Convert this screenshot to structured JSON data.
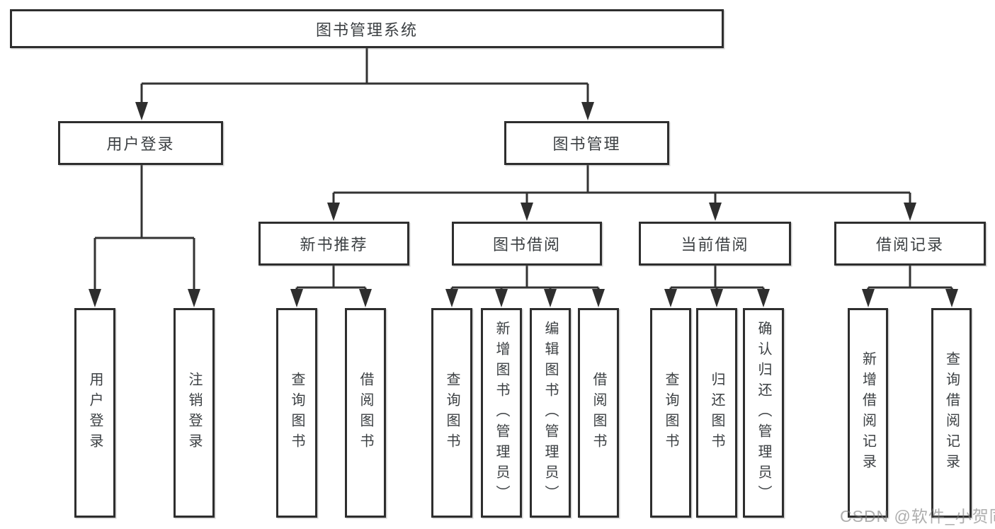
{
  "diagram_type": "tree",
  "colors": {
    "background": "#ffffff",
    "line": "#333333",
    "box_border": "#2e2e2e",
    "text": "#3c4043",
    "watermark": "#7d7d7d"
  },
  "watermark": "CSDN @软件_小贺同学",
  "tree": {
    "root": {
      "label": "图书管理系统"
    },
    "branches": [
      {
        "label": "用户登录",
        "children": [
          {
            "label": "用户登录"
          },
          {
            "label": "注销登录"
          }
        ]
      },
      {
        "label": "图书管理",
        "children": [
          {
            "label": "新书推荐",
            "children": [
              {
                "label": "查询图书"
              },
              {
                "label": "借阅图书"
              }
            ]
          },
          {
            "label": "图书借阅",
            "children": [
              {
                "label": "查询图书"
              },
              {
                "label": "新增图书（管理员）"
              },
              {
                "label": "编辑图书（管理员）"
              },
              {
                "label": "借阅图书"
              }
            ]
          },
          {
            "label": "当前借阅",
            "children": [
              {
                "label": "查询图书"
              },
              {
                "label": "归还图书"
              },
              {
                "label": "确认归还（管理员）"
              }
            ]
          },
          {
            "label": "借阅记录",
            "children": [
              {
                "label": "新增借阅记录"
              },
              {
                "label": "查询借阅记录"
              }
            ]
          }
        ]
      }
    ]
  }
}
